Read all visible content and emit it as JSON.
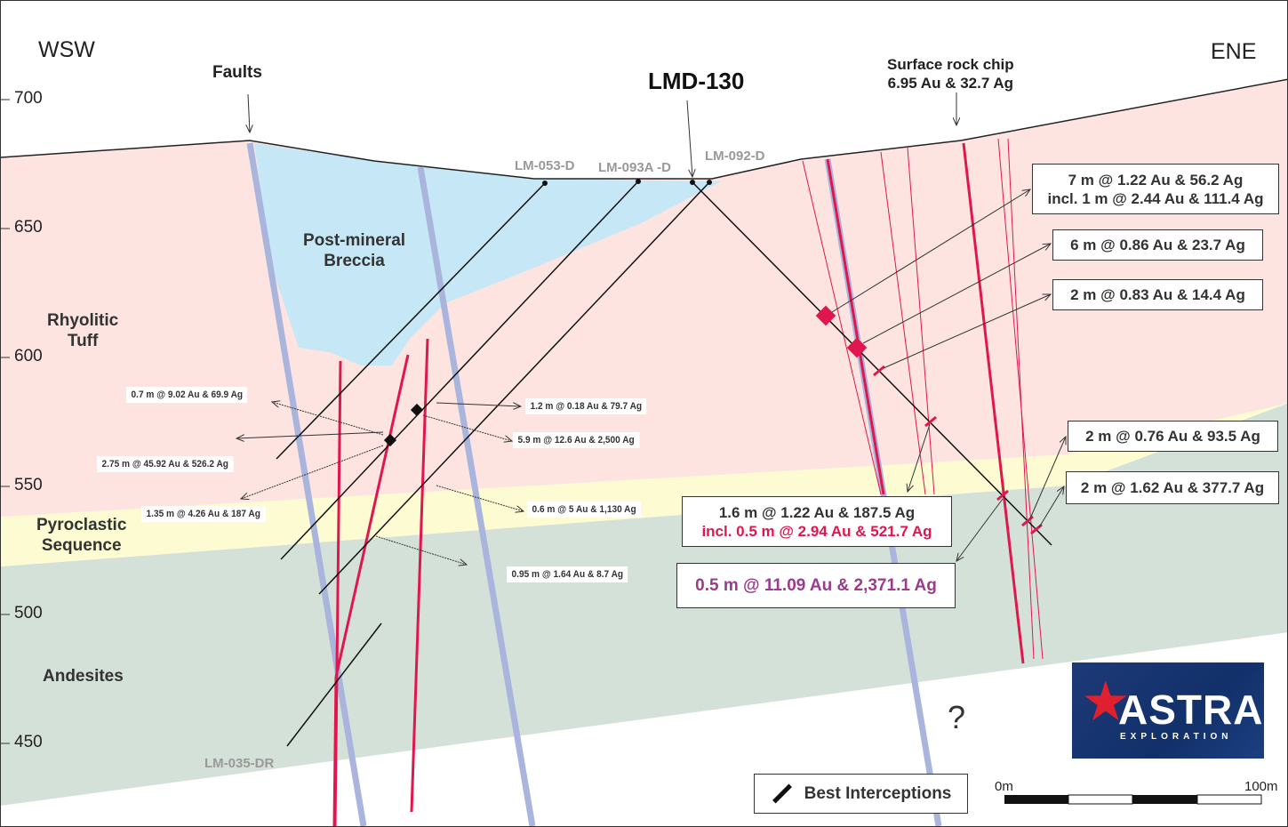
{
  "orientation": {
    "left": "WSW",
    "right": "ENE"
  },
  "elevation_ticks": [
    "700",
    "650",
    "600",
    "550",
    "500",
    "450"
  ],
  "title": "LMD-130",
  "faults_label": "Faults",
  "surface_chip": {
    "line1": "Surface rock chip",
    "line2": "6.95 Au & 32.7 Ag"
  },
  "drill_holes": [
    "LM-053-D",
    "LM-093A -D",
    "LM-092-D",
    "LM-035-DR"
  ],
  "units": {
    "breccia": [
      "Post-mineral",
      "Breccia"
    ],
    "tuff": [
      "Rhyolitic",
      "Tuff"
    ],
    "pyroclastic": [
      "Pyroclastic",
      "Sequence"
    ],
    "andesites": "Andesites"
  },
  "small_intercepts": [
    "0.7 m @ 9.02 Au & 69.9 Ag",
    "2.75 m @  45.92 Au & 526.2 Ag",
    "1.35 m @ 4.26 Au & 187 Ag",
    "1.2 m @  0.18 Au & 79.7 Ag",
    "5.9 m @ 12.6 Au & 2,500 Ag",
    "0.6 m @ 5 Au & 1,130 Ag",
    "0.95 m @ 1.64 Au & 8.7 Ag"
  ],
  "intercepts": {
    "a1": "7 m @ 1.22 Au & 56.2 Ag",
    "a2": "incl. 1 m @ 2.44 Au & 111.4 Ag",
    "b": "6 m @ 0.86 Au & 23.7 Ag",
    "c": "2 m @ 0.83 Au & 14.4 Ag",
    "d": "2 m @ 0.76 Au & 93.5 Ag",
    "e": "2 m @ 1.62 Au & 377.7 Ag",
    "f1": "1.6 m @ 1.22 Au & 187.5 Ag",
    "f2": "incl. 0.5 m @ 2.94 Au & 521.7 Ag",
    "g": "0.5 m @ 11.09 Au & 2,371.1 Ag"
  },
  "unknown": "?",
  "legend": "Best Interceptions",
  "scale": {
    "start": "0m",
    "end": "100m"
  },
  "logo": {
    "name": "ASTRA",
    "sub": "EXPLORATION"
  },
  "colors": {
    "tuff": "#fde4e1",
    "breccia": "#c6e8f6",
    "pyro": "#fdfbd2",
    "andesite": "#d4e1d9",
    "fault": "#a9b5dc",
    "vein": "#e0174f",
    "purple": "#9c3b8d"
  }
}
